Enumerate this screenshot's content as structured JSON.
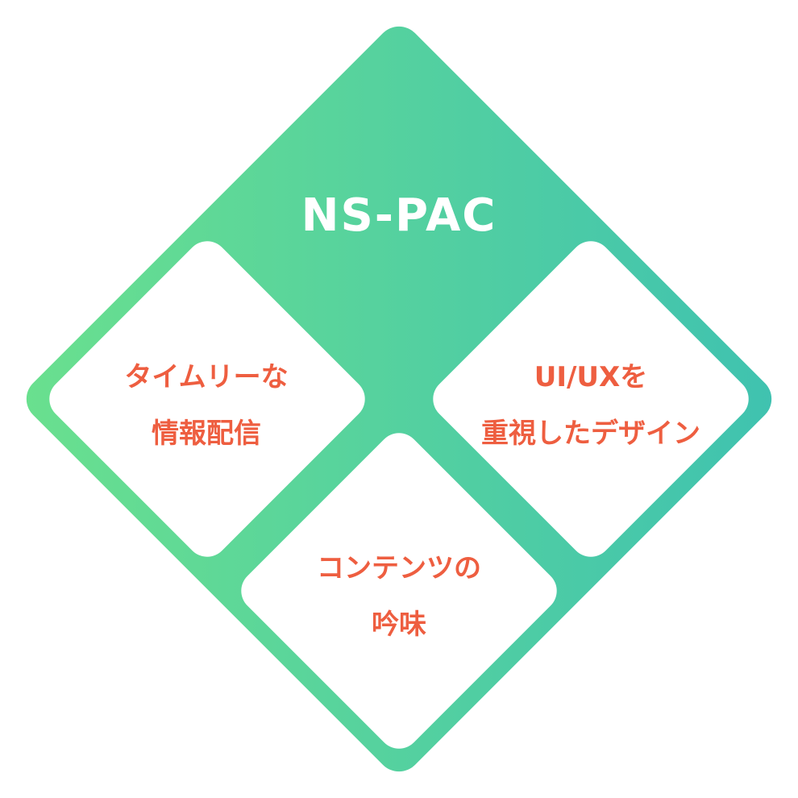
{
  "title": "NS-PAC",
  "colors": {
    "gradient_start": "#6ae08e",
    "gradient_end": "#3fc2b0",
    "label": "#ee5e40",
    "title": "#ffffff",
    "panel": "#ffffff"
  },
  "panels": {
    "left": {
      "line1": "タイムリーな",
      "line2": "情報配信"
    },
    "right": {
      "line1": "UI/UXを",
      "line2": "重視したデザイン"
    },
    "bottom": {
      "line1": "コンテンツの",
      "line2": "吟味"
    }
  }
}
